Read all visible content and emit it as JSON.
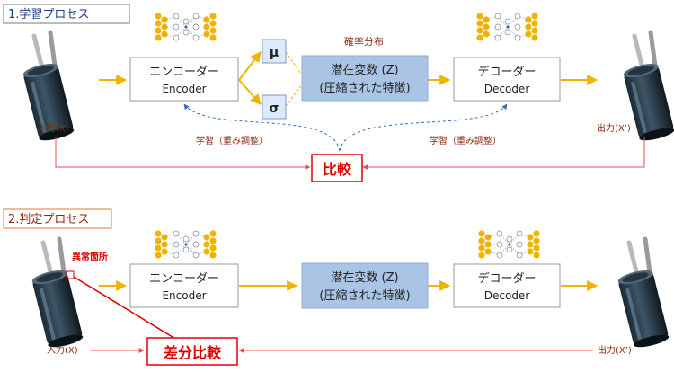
{
  "process1": {
    "title": "1.学習プロセス",
    "encoder_jp": "エンコーダー",
    "encoder_en": "Encoder",
    "mu": "μ",
    "sigma": "σ",
    "dist_label": "確率分布",
    "latent_line1": "潜在変数 (Z)",
    "latent_line2": "(圧縮された特徴)",
    "decoder_jp": "デコーダー",
    "decoder_en": "Decoder",
    "input_label": "入力(X)",
    "output_label": "出力(X’)",
    "learn_left": "学習（重み調整）",
    "learn_right": "学習（重み調整）",
    "compare": "比較"
  },
  "process2": {
    "title": "2.判定プロセス",
    "anomaly_label": "異常箇所",
    "encoder_jp": "エンコーダー",
    "encoder_en": "Encoder",
    "latent_line1": "潜在変数 (Z)",
    "latent_line2": "(圧縮された特徴)",
    "decoder_jp": "デコーダー",
    "decoder_en": "Decoder",
    "input_label": "入力(X)",
    "output_label": "出力(X’)",
    "compare": "差分比較"
  },
  "colors": {
    "arrow_gold": "#f0b400",
    "latent_fill": "#a9c4e4",
    "line_red": "#e05050",
    "dash_blue": "#2e6fb8",
    "label_brown": "#8b2c10",
    "alert_red": "#e00000"
  }
}
